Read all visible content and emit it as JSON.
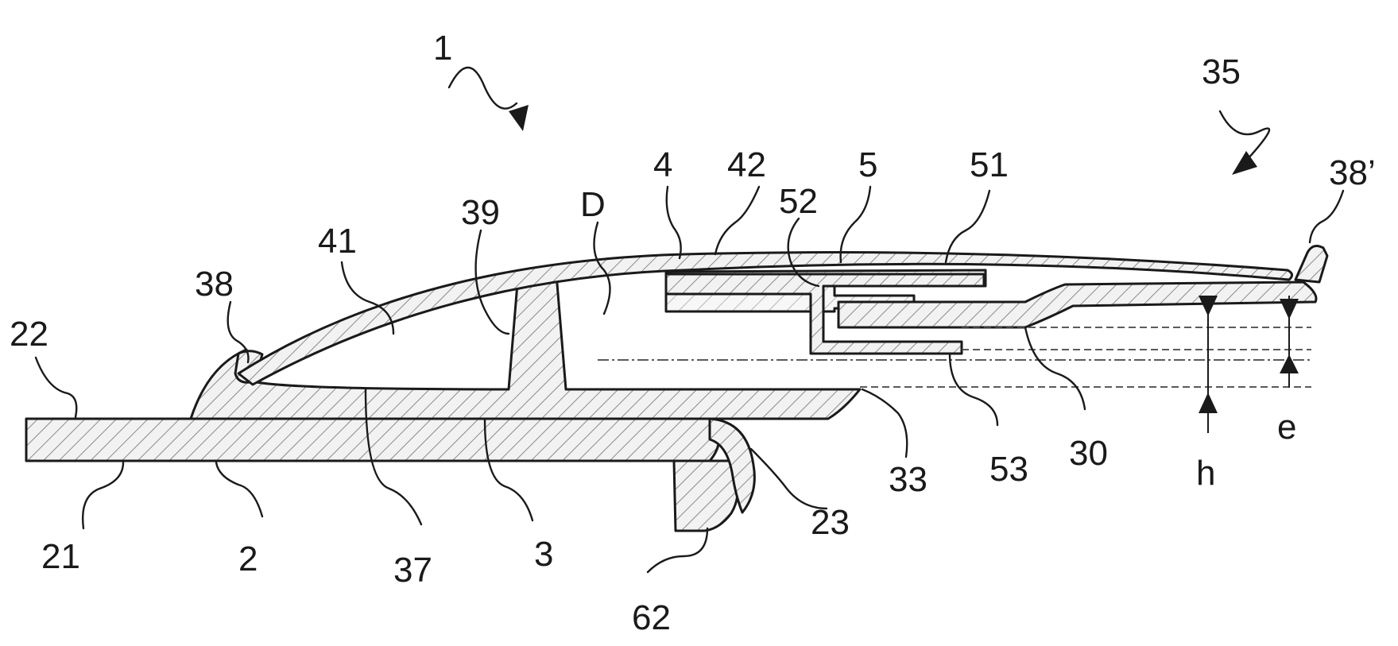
{
  "labels": {
    "l1": "1",
    "l35": "35",
    "l4": "4",
    "l42": "42",
    "l5": "5",
    "l51": "51",
    "l52": "52",
    "l38p": "38’",
    "lD": "D",
    "l39": "39",
    "l41": "41",
    "l38": "38",
    "l22": "22",
    "l21": "21",
    "l2": "2",
    "l37": "37",
    "l3": "3",
    "l62": "62",
    "l23": "23",
    "l33": "33",
    "l53": "53",
    "l30": "30",
    "lh": "h",
    "le": "e"
  }
}
